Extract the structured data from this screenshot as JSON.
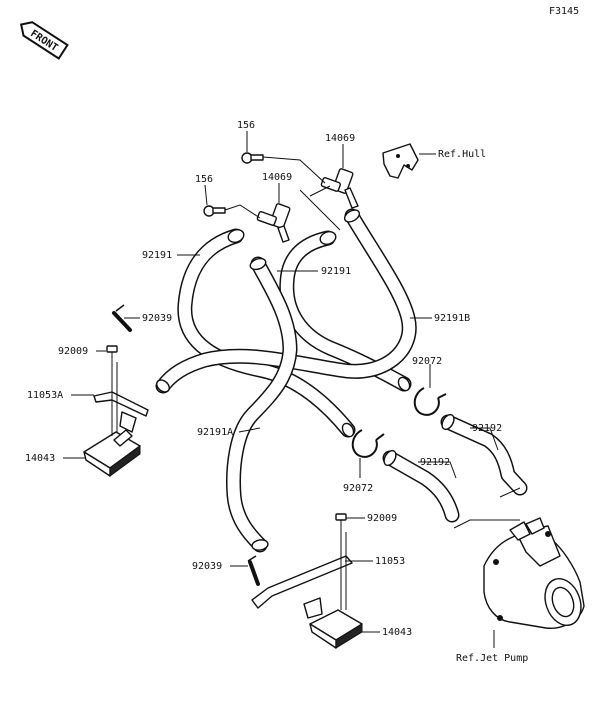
{
  "figure_code": "F3145",
  "front_label": "FRONT",
  "colors": {
    "ink": "#111111",
    "paper": "#ffffff"
  },
  "labels": {
    "screw_156_top": "156",
    "screw_156_left": "156",
    "elbow_14069_top": "14069",
    "elbow_14069_left": "14069",
    "ref_hull": "Ref.Hull",
    "hose_92191_left": "92191",
    "hose_92191_mid": "92191",
    "hose_92191B": "92191B",
    "cap_92039_upper": "92039",
    "bolt_92009_upper": "92009",
    "bracket_11053A": "11053A",
    "clamp_92072_right": "92072",
    "strainer_14043_upper": "14043",
    "hose_92191A": "92191A",
    "hose_92192_right": "92192",
    "hose_92192_left": "92192",
    "clamp_92072_lower": "92072",
    "bolt_92009_lower": "92009",
    "cap_92039_lower": "92039",
    "bracket_11053": "11053",
    "strainer_14043_lower": "14043",
    "ref_jet_pump": "Ref.Jet Pump"
  }
}
